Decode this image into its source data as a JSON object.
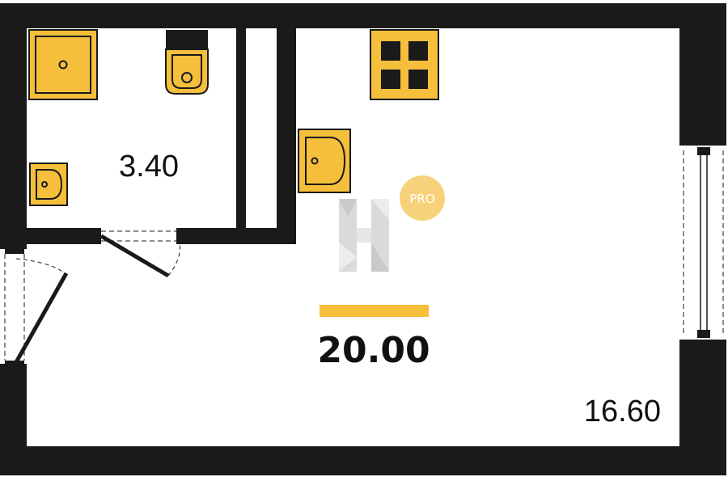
{
  "plan": {
    "total_area": "20.00",
    "rooms": [
      {
        "id": "bathroom",
        "area": "3.40"
      },
      {
        "id": "living-room",
        "area": "16.60"
      }
    ],
    "watermark": {
      "letter": "H",
      "badge": "PRO"
    },
    "colors": {
      "wall": "#1a1a1a",
      "fixture_fill": "#f5bf3c",
      "fixture_stroke": "#1a1a1a",
      "accent_bar": "#f5bf3c",
      "watermark_shade": "#d9d9d9",
      "badge": "#f8d27a"
    }
  }
}
